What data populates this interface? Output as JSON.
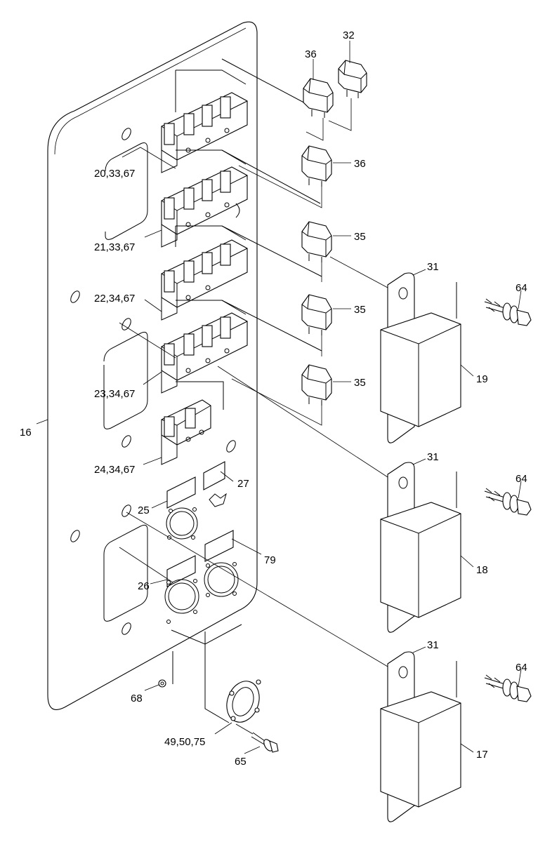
{
  "callouts": {
    "panel": "16",
    "fuse_row_1": "20,33,67",
    "fuse_row_2": "21,33,67",
    "fuse_row_3": "22,34,67",
    "fuse_row_4": "23,34,67",
    "fuse_row_5": "24,34,67",
    "label_25": "25",
    "label_26": "26",
    "label_27": "27",
    "label_79": "79",
    "grommet": "68",
    "connector_set": "49,50,75",
    "screw_65": "65",
    "relay_top_left": "36",
    "relay_top_right": "32",
    "relay_row_2": "36",
    "relay_row_3": "35",
    "relay_row_4": "35",
    "relay_row_5": "35",
    "bracket_top": "31",
    "bracket_mid": "31",
    "bracket_bottom": "31",
    "bolt_top": "64",
    "bolt_mid": "64",
    "bolt_bottom": "64",
    "box_19": "19",
    "box_18": "18",
    "box_17": "17"
  }
}
